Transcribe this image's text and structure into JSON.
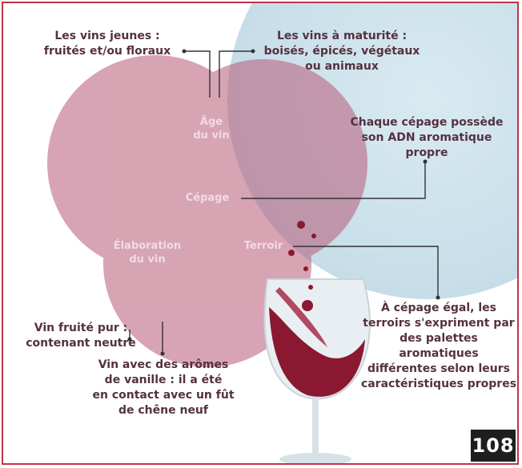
{
  "colors": {
    "background_blue": "#cfe3ec",
    "circle_pink": "#b85a78",
    "overlap_dark": "#6e2238",
    "wine": "#8a1830",
    "label_text": "#553140",
    "pagenum_bg": "#1e1e1e"
  },
  "diagram": {
    "circles": [
      {
        "label": "Âge du vin"
      },
      {
        "label": "Terroir"
      },
      {
        "label": "Élaboration du vin"
      }
    ],
    "center_label": "Cépage",
    "inner_labels": {
      "age_line1": "Âge",
      "age_line2": "du vin",
      "cepage": "Cépage",
      "elab_line1": "Élaboration",
      "elab_line2": "du vin",
      "terroir": "Terroir"
    }
  },
  "annotations": {
    "young": {
      "line1": "Les vins jeunes :",
      "line2": "fruités et/ou floraux"
    },
    "mature": {
      "line1": "Les vins à maturité :",
      "line2": "boisés, épicés, végétaux",
      "line3": "ou animaux"
    },
    "cepage": {
      "line1": "Chaque cépage possède",
      "line2": "son ADN aromatique",
      "line3": "propre"
    },
    "fruity": {
      "line1": "Vin fruité pur :",
      "line2": "contenant neutre"
    },
    "vanilla": {
      "line1": "Vin avec des arômes",
      "line2": "de vanille : il a été",
      "line3": "en contact avec un fût",
      "line4": "de chêne neuf"
    },
    "terroir": {
      "line1": "À cépage égal, les",
      "line2": "terroirs s'expriment par",
      "line3": "des palettes aromatiques",
      "line4": "différentes selon leurs",
      "line5": "caractéristiques propres"
    }
  },
  "page_number": "108"
}
